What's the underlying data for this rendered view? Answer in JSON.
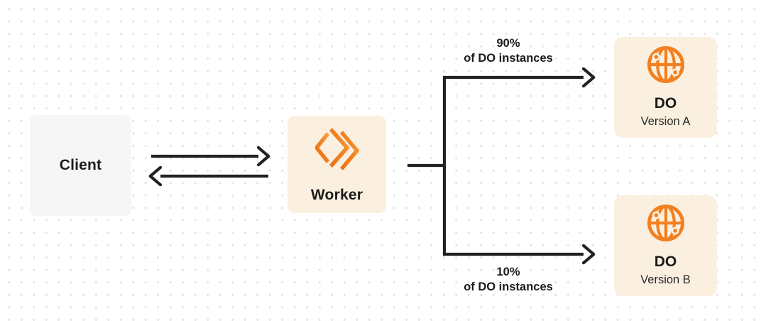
{
  "nodes": {
    "client": {
      "label": "Client"
    },
    "worker": {
      "label": "Worker"
    },
    "do_a": {
      "title": "DO",
      "subtitle": "Version A"
    },
    "do_b": {
      "title": "DO",
      "subtitle": "Version B"
    }
  },
  "routes": {
    "top": {
      "percent": "90%",
      "caption": "of DO instances"
    },
    "bottom": {
      "percent": "10%",
      "caption": "of DO instances"
    }
  },
  "icons": {
    "worker_logo": "cloudflare-workers-icon",
    "do_globe": "globe-icon"
  },
  "colors": {
    "orange": "#f28020",
    "orange_light": "#f9a43f",
    "node_cream_bg": "#fbf0e0",
    "client_gray_bg": "#f6f6f6",
    "connector": "#222222",
    "text_dark": "#1b1b1b",
    "dot_grid": "#e5e5e7",
    "canvas_bg": "#ffffff"
  }
}
